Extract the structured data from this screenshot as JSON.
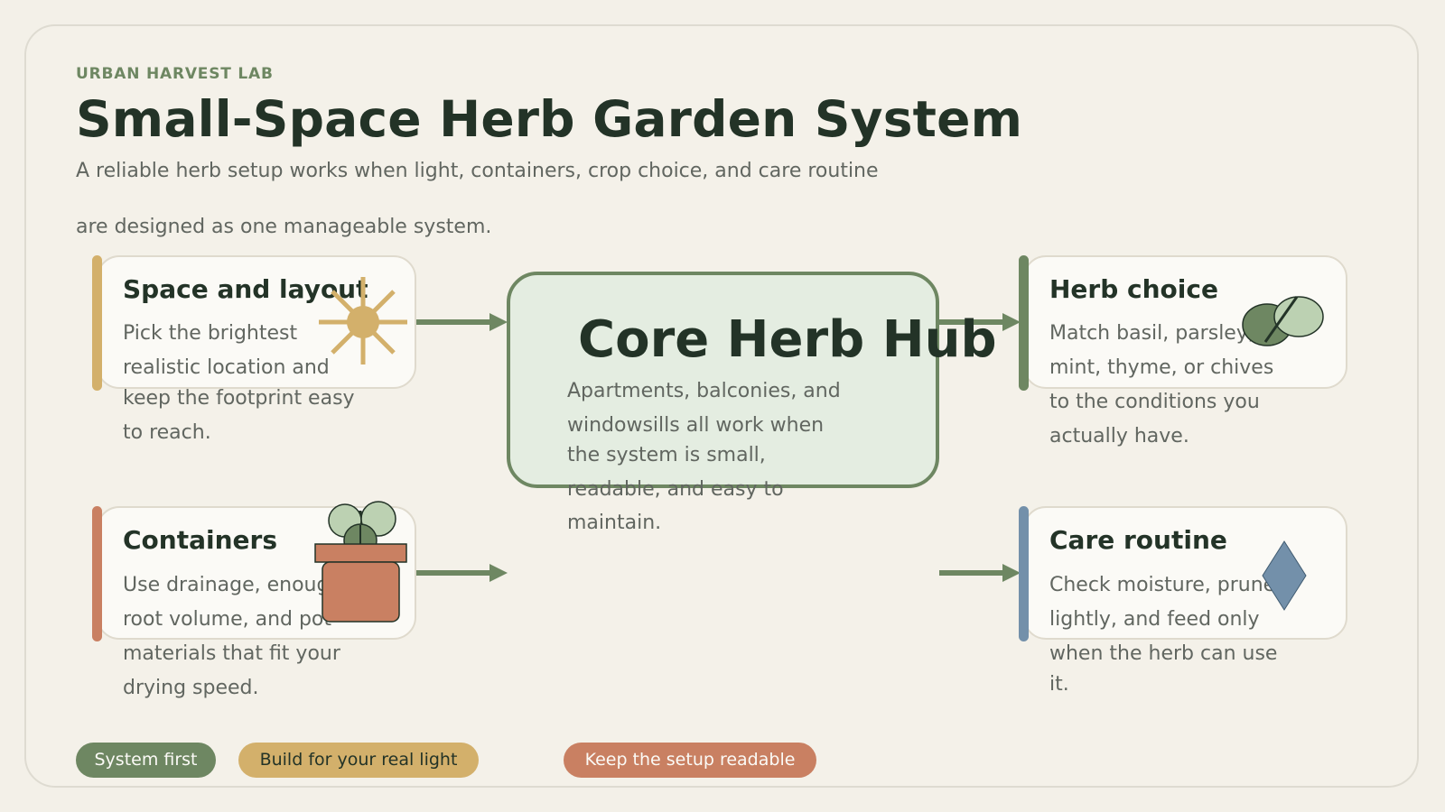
{
  "header": {
    "kicker": "URBAN HARVEST LAB",
    "title": "Small-Space Herb Garden System",
    "subtitle_lines": [
      "A reliable herb setup works when light, containers, crop choice, and care routine",
      "are designed as one manageable system."
    ]
  },
  "colors": {
    "ink": "#233327",
    "muted": "#616660",
    "leaf": "#6e8762",
    "pale_leaf": "#e4ede1",
    "sun": "#d3b06b",
    "terracotta": "#c98062",
    "water": "#7390aa",
    "paper": "#f4f1e9"
  },
  "hub": {
    "title": "Core Herb Hub",
    "body_lines": [
      "Apartments, balconies, and",
      "windowsills all work when",
      "the system is small,",
      "readable, and easy to",
      "maintain."
    ]
  },
  "cards": [
    {
      "id": "space",
      "title": "Space and layout",
      "icon": "sun-icon",
      "accent": "#d3b06b",
      "body_lines": [
        "Pick the brightest",
        "realistic location and",
        "keep the footprint easy",
        "to reach."
      ]
    },
    {
      "id": "containers",
      "title": "Containers",
      "icon": "pot-sprout-icon",
      "accent": "#c98062",
      "body_lines": [
        "Use drainage, enough",
        "root volume, and pot",
        "materials that fit your",
        "drying speed."
      ]
    },
    {
      "id": "herbs",
      "title": "Herb choice",
      "icon": "herb-leaves-icon",
      "accent": "#6e8762",
      "body_lines": [
        "Match basil, parsley,",
        "mint, thyme, or chives",
        "to the conditions you",
        "actually have."
      ]
    },
    {
      "id": "care",
      "title": "Care routine",
      "icon": "water-drop-icon",
      "accent": "#7390aa",
      "body_lines": [
        "Check moisture, prune",
        "lightly, and feed only",
        "when the herb can use",
        "it."
      ]
    }
  ],
  "tags": [
    "System first",
    "Build for your real light",
    "Keep the setup readable"
  ]
}
